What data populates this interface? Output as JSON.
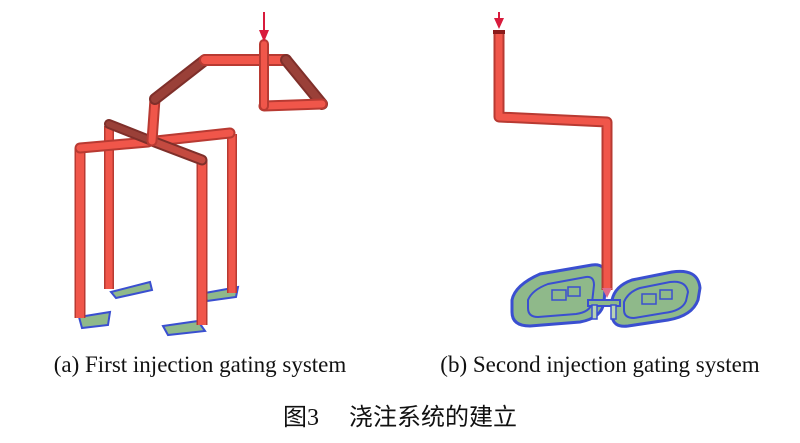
{
  "colors": {
    "pipe": "#f0564a",
    "pipe_edge": "#b83a32",
    "pipe_dark": "#8f3a34",
    "arrow": "#d81b3c",
    "part_fill": "#8fb98a",
    "part_edge": "#3a4fd0"
  },
  "panel_a": {
    "caption": "(a) First injection gating system"
  },
  "panel_b": {
    "caption": "(b) Second injection gating system"
  },
  "figure": {
    "number": "图3",
    "title": "浇注系统的建立"
  }
}
